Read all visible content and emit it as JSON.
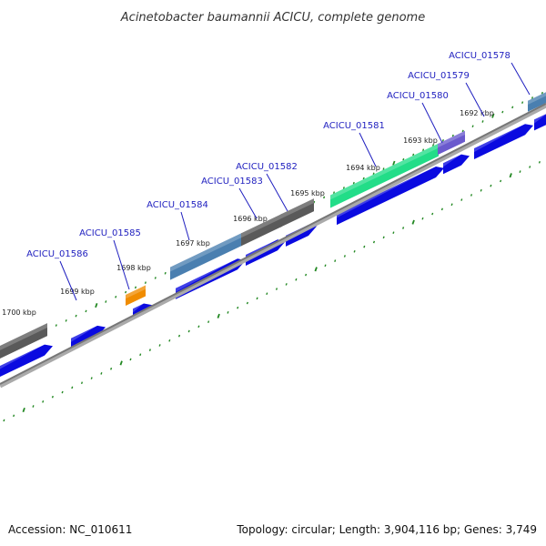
{
  "title": "Acinetobacter baumannii ACICU, complete genome",
  "footer": {
    "accession": "Accession: NC_010611",
    "summary": "Topology: circular; Length: 3,904,116 bp; Genes: 3,749"
  },
  "colors": {
    "cds": "#0a0ae0",
    "gray_feature": "#5a5a5a",
    "steelblue_feature": "#4a7fb0",
    "orange_feature": "#f08c00",
    "green_feature": "#22dd88",
    "purple_feature": "#6a5acd",
    "ruler_tick": "#228822",
    "backbone": "#888888",
    "label": "#1f1fbf"
  },
  "kbp_ticks": [
    {
      "label": "1692 kbp",
      "kbp": 1692
    },
    {
      "label": "1693 kbp",
      "kbp": 1693
    },
    {
      "label": "1694 kbp",
      "kbp": 1694
    },
    {
      "label": "1695 kbp",
      "kbp": 1695
    },
    {
      "label": "1696 kbp",
      "kbp": 1696
    },
    {
      "label": "1697 kbp",
      "kbp": 1697
    },
    {
      "label": "1698 kbp",
      "kbp": 1698
    },
    {
      "label": "1699 kbp",
      "kbp": 1699
    },
    {
      "label": "1700 kbp",
      "kbp": 1700
    }
  ],
  "genes": [
    {
      "id": "g1578",
      "label": "ACICU_01578"
    },
    {
      "id": "g1579",
      "label": "ACICU_01579"
    },
    {
      "id": "g1580",
      "label": "ACICU_01580"
    },
    {
      "id": "g1581",
      "label": "ACICU_01581"
    },
    {
      "id": "g1582",
      "label": "ACICU_01582"
    },
    {
      "id": "g1583",
      "label": "ACICU_01583"
    },
    {
      "id": "g1584",
      "label": "ACICU_01584"
    },
    {
      "id": "g1585",
      "label": "ACICU_01585"
    },
    {
      "id": "g1586",
      "label": "ACICU_01586"
    }
  ]
}
